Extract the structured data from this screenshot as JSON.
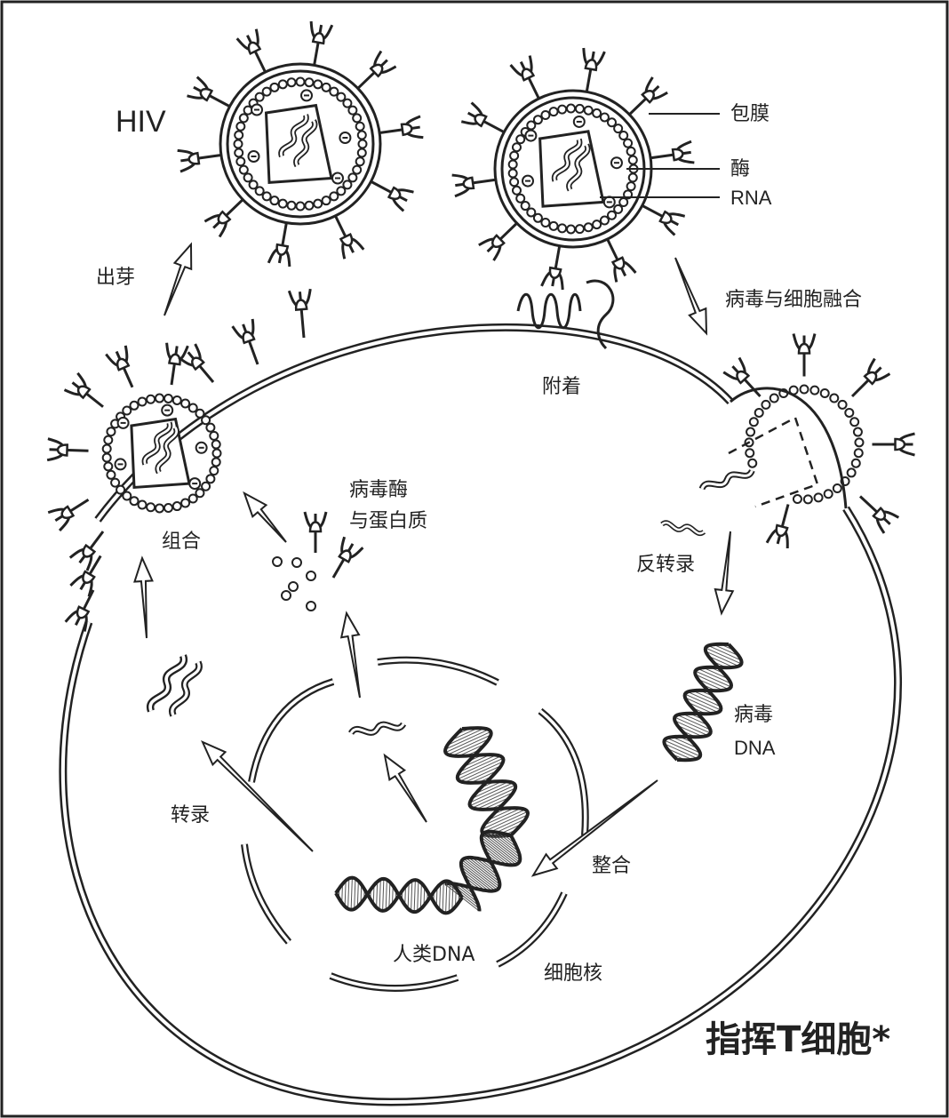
{
  "labels": {
    "hiv": "HIV",
    "envelope": "包膜",
    "enzyme": "酶",
    "rna": "RNA",
    "fusion": "病毒与细胞融合",
    "budding": "出芽",
    "attachment": "附着",
    "assembly": "组合",
    "viral_enzymes_line1": "病毒酶",
    "viral_enzymes_line2": "与蛋白质",
    "reverse_transcription": "反转录",
    "viral_dna_line1": "病毒",
    "viral_dna_line2": "DNA",
    "transcription": "转录",
    "integration": "整合",
    "human_dna": "人类DNA",
    "nucleus": "细胞核",
    "cell_title": "指挥T细胞*"
  }
}
